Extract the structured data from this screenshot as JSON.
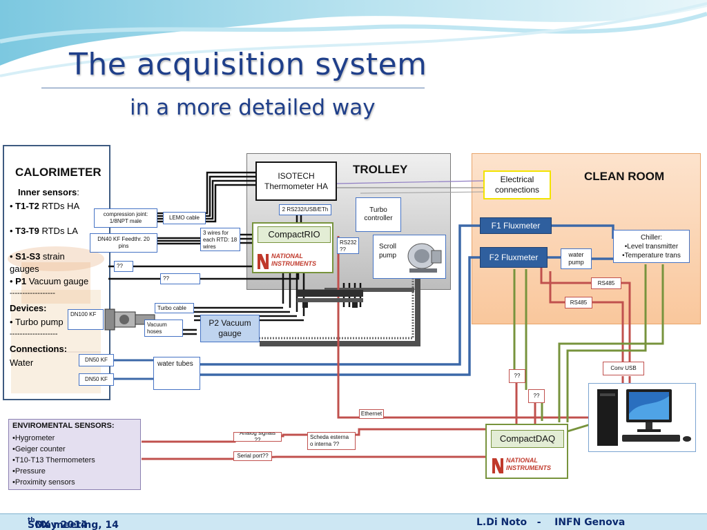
{
  "slide": {
    "title": "The acquisition system",
    "subtitle": "in a more detailed way"
  },
  "calorimeter": {
    "title": "CALORIMETER",
    "inner_sensors_label": "Inner sensors",
    "inner_colon": ":",
    "t1t2_code": "T1-T2",
    "t1t2_text": " RTDs HA",
    "t3t9_code": "T3-T9",
    "t3t9_text": " RTDs LA",
    "s1s3_code": "S1-S3",
    "s1s3_text": " strain",
    "gauges": "gauges",
    "p1_code": "P1",
    "p1_text": " Vacuum gauge",
    "dashes1": "------------------",
    "devices_label": "Devices:",
    "turbo_pump": "Turbo pump",
    "dashes2": "-------------------",
    "connections_label": "Connections:",
    "water": "Water"
  },
  "trolley": {
    "title": "TROLLEY",
    "isotech": "ISOTECH Thermometer HA",
    "rs232_usb_eth": "2 RS232/USB/ETh",
    "turbo_controller": "Turbo controller",
    "compactrio": "CompactRIO",
    "rs232": "RS232 ??",
    "scroll_pump": "Scroll pump",
    "ni_national": "NATIONAL",
    "ni_instruments": "INSTRUMENTS"
  },
  "clean_room": {
    "title": "CLEAN ROOM",
    "electrical": "Electrical connections",
    "f1": "F1 Fluxmeter",
    "f2": "F2 Fluxmeter",
    "water_pump": "water pump",
    "chiller_title": "Chiller:",
    "chiller_l1": "•Level transmitter",
    "chiller_l2": "•Temperature trans",
    "rs485_a": "RS485",
    "rs485_b": "RS485"
  },
  "connectors": {
    "compression_joint": "compression joint: 1/8NPT male",
    "lemo": "LEMO cable",
    "dn40": "DN40 KF Feedthr. 20 pins",
    "three_wires": "3 wires for each RTD: 18 wires",
    "q1": "??",
    "q2": "??",
    "turbo_cable": "Turbo cable",
    "dn100": "DN100 KF",
    "vacuum_hoses": "Vacuum hoses",
    "p2": "P2 Vacuum gauge",
    "dn50a": "DN50 KF",
    "dn50b": "DN50 KF",
    "water_tubes": "water tubes",
    "q3": "??",
    "q4": "??",
    "conv_usb": "Conv USB",
    "ethernet": "Ethernet",
    "analog": "Analog signals ??",
    "scheda": "Scheda esterna o interna ??",
    "serial": "Serial port??"
  },
  "daq": {
    "compactdaq": "CompactDAQ",
    "ni_national": "NATIONAL",
    "ni_instruments": "INSTRUMENTS"
  },
  "environmental": {
    "title": "ENVIROMENTAL SENSORS:",
    "items": [
      "•Hygrometer",
      "•Geiger counter",
      "•T10-T13 Thermometers",
      "•Pressure",
      "•Proximity sensors"
    ]
  },
  "footer": {
    "left_pre": "SOX meeting, 14",
    "left_sup": "th",
    "left_post": " May 2014",
    "right": "L.Di Noto   -    INFN Genova"
  },
  "colors": {
    "title": "#1f3f8a",
    "cable_blue": "#3c68a8",
    "cable_red": "#c0504d",
    "cable_green": "#77933c",
    "cable_black": "#111111",
    "clean_room_bg": "#fbd5b5",
    "trolley_bg": "#d9d9d9",
    "env_bg": "#e4dff0"
  }
}
